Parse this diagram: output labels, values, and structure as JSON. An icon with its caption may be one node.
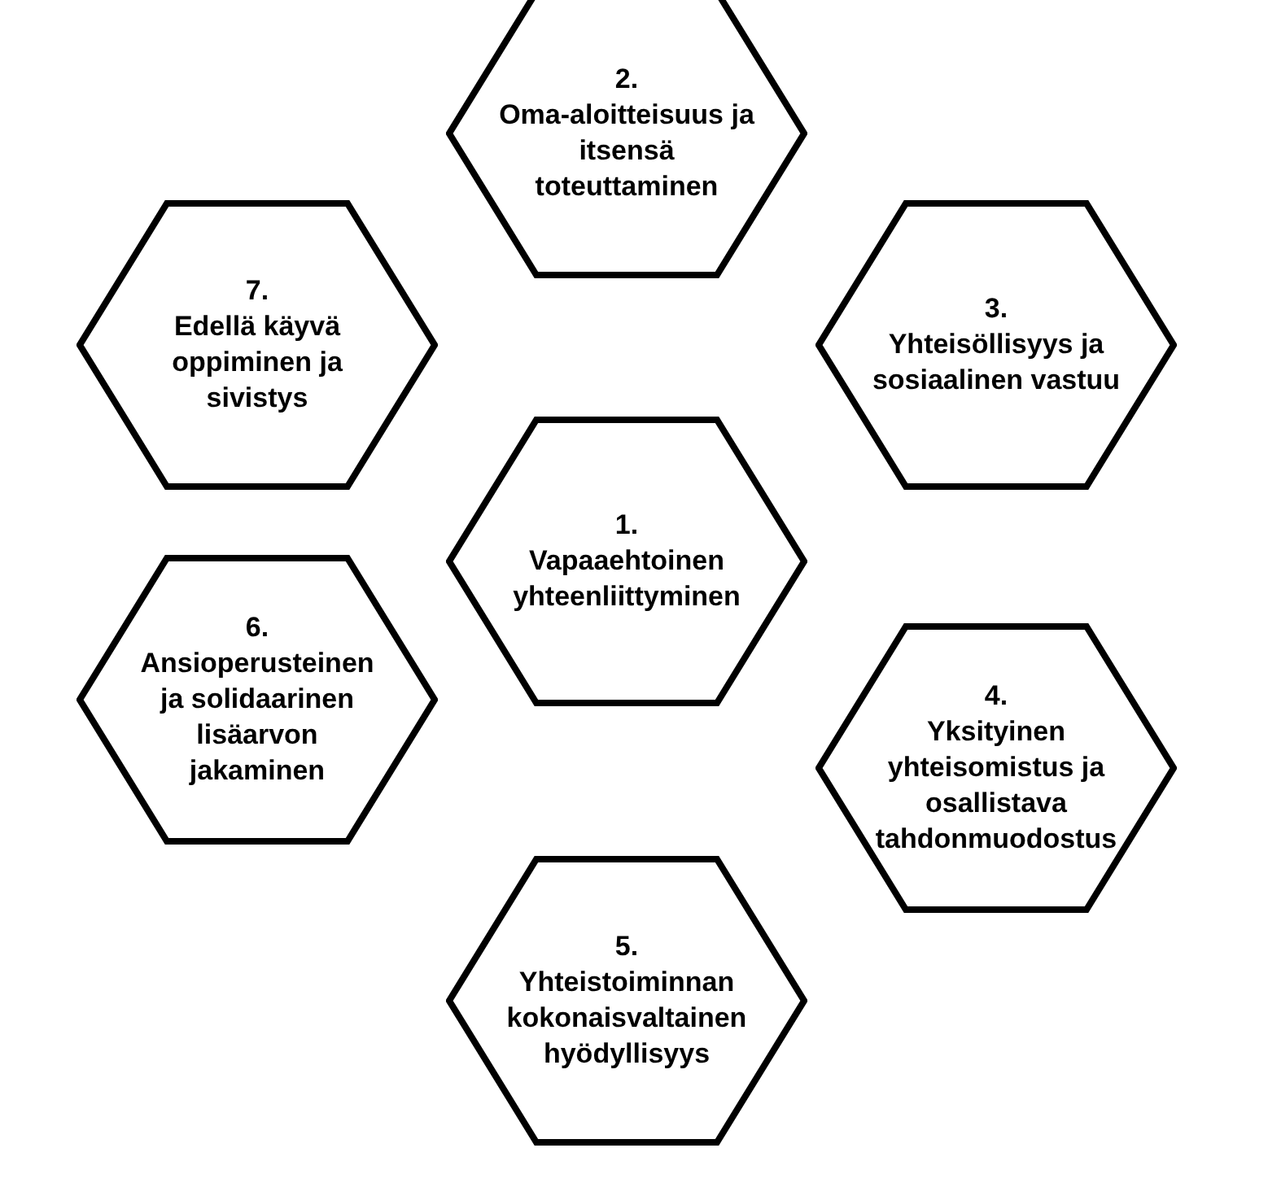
{
  "diagram": {
    "nodes": [
      {
        "text": [
          "2.",
          "Oma-aloitteisuus ja itsensä toteuttaminen"
        ]
      },
      {
        "text": [
          "7.",
          "Edellä käyvä oppiminen ja sivistys"
        ]
      },
      {
        "text": [
          "3.",
          "Yhteisöllisyys ja sosiaalinen vastuu"
        ]
      },
      {
        "text": [
          "1.",
          "Vapaaehtoinen yhteenliittyminen"
        ]
      },
      {
        "text": [
          "6.",
          "Ansioperusteinen ja solidaarinen lisäarvon jakaminen"
        ]
      },
      {
        "text": [
          "4.",
          "Yksityinen yhteisomistus ja osallistava tahdonmuodostus"
        ]
      },
      {
        "text": [
          "5.",
          "Yhteistoiminnan kokonaisvaltainen hyödyllisyys"
        ]
      }
    ]
  }
}
